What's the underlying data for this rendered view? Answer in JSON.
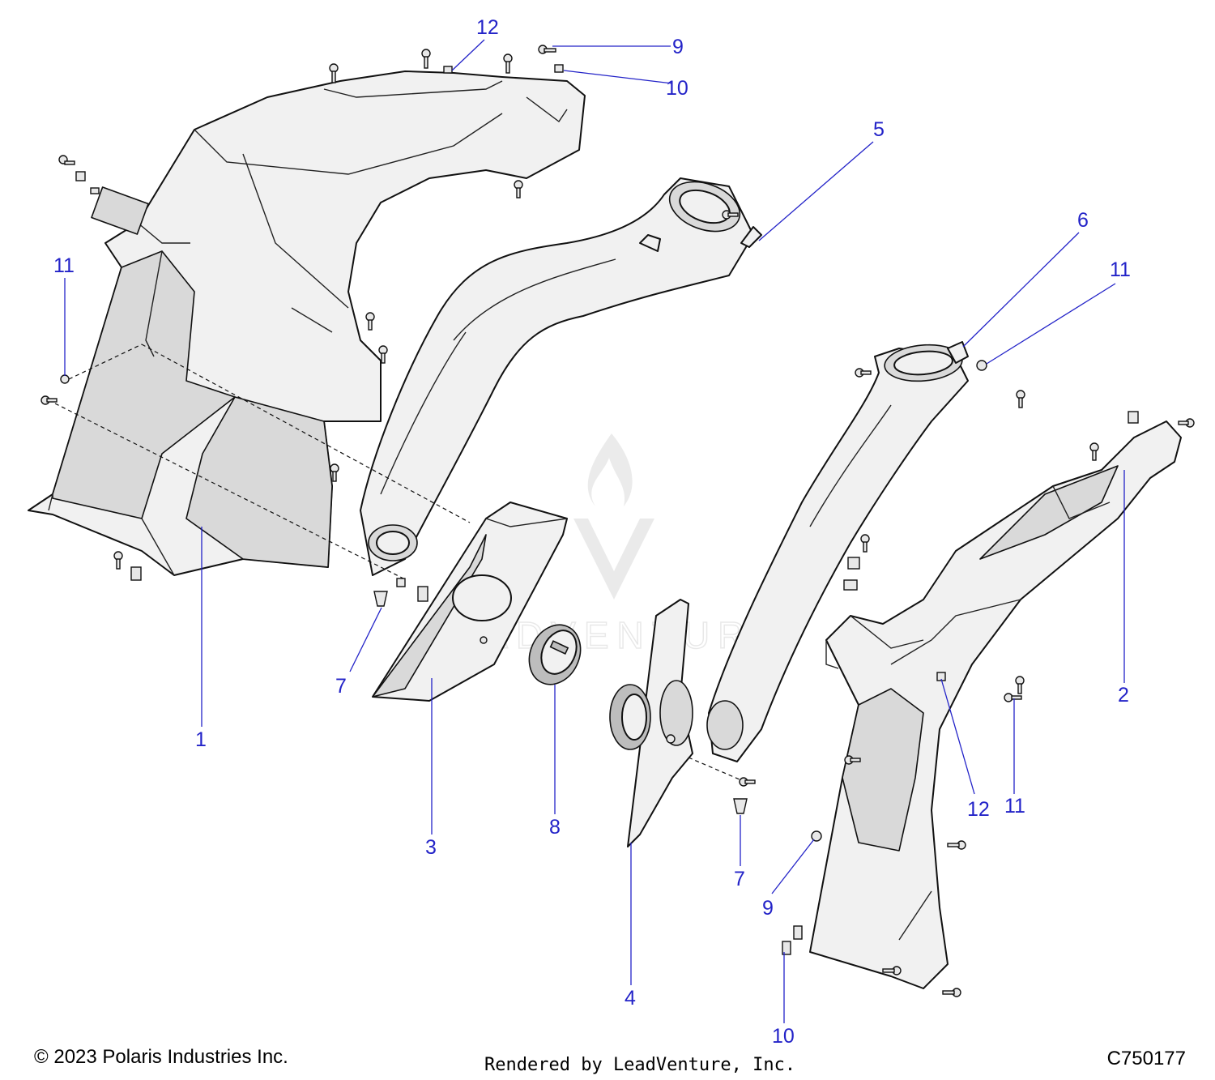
{
  "callouts": [
    {
      "label": "12"
    },
    {
      "label": "9"
    },
    {
      "label": "10"
    },
    {
      "label": "5"
    },
    {
      "label": "6"
    },
    {
      "label": "11"
    },
    {
      "label": "11"
    },
    {
      "label": "2"
    },
    {
      "label": "1"
    },
    {
      "label": "7"
    },
    {
      "label": "3"
    },
    {
      "label": "8"
    },
    {
      "label": "4"
    },
    {
      "label": "7"
    },
    {
      "label": "9"
    },
    {
      "label": "12"
    },
    {
      "label": "11"
    },
    {
      "label": "10"
    }
  ],
  "footer": {
    "copyright": "© 2023 Polaris Industries Inc.",
    "rendered_by": "Rendered by LeadVenture, Inc.",
    "diagram_id": "C750177"
  },
  "watermark": {
    "icon": "leadventure-flame-logo",
    "text": "LEADVENTURE"
  }
}
